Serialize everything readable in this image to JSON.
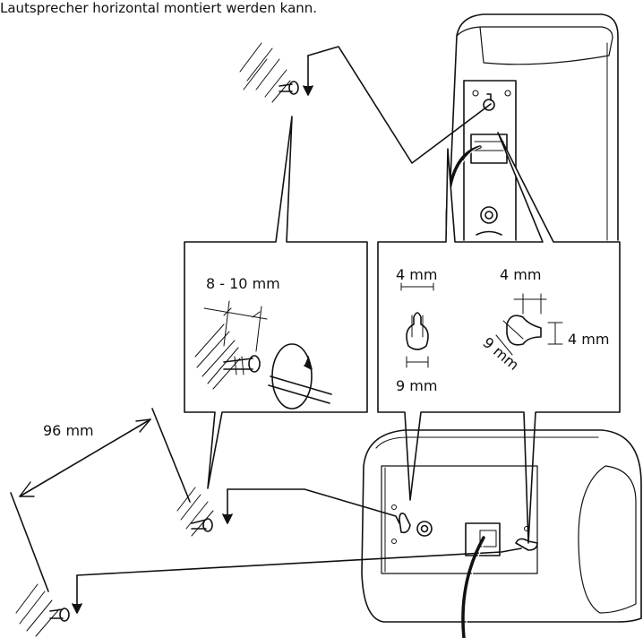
{
  "caption": "Lautsprecher horizontal montiert werden kann.",
  "labels": {
    "screw_depth": "8 - 10 mm",
    "hole_width_vertical": "4 mm",
    "hole_width_horizontal": "4 mm",
    "hole_height_horizontal": "4 mm",
    "hole_length_vertical": "9 mm",
    "hole_length_horizontal": "9 mm",
    "screw_spacing": "96 mm"
  }
}
